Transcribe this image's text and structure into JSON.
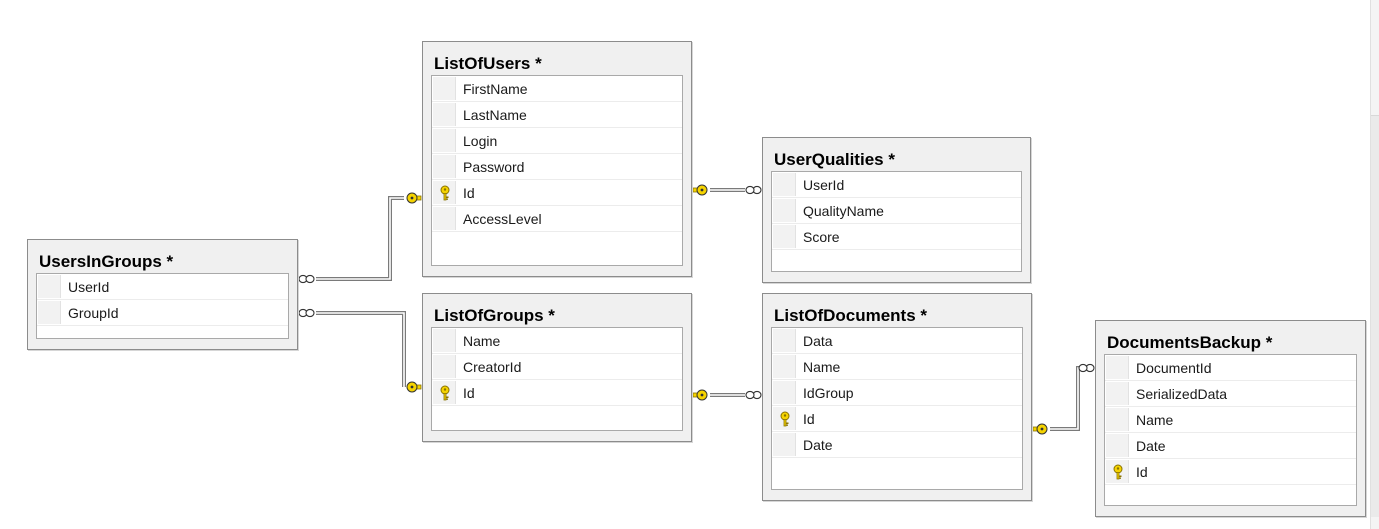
{
  "tables": [
    {
      "id": "list-of-users",
      "title": "ListOfUsers *",
      "columns": [
        {
          "name": "FirstName",
          "key": false
        },
        {
          "name": "LastName",
          "key": false
        },
        {
          "name": "Login",
          "key": false
        },
        {
          "name": "Password",
          "key": false
        },
        {
          "name": "Id",
          "key": true
        },
        {
          "name": "AccessLevel",
          "key": false
        }
      ]
    },
    {
      "id": "user-qualities",
      "title": "UserQualities *",
      "columns": [
        {
          "name": "UserId",
          "key": false
        },
        {
          "name": "QualityName",
          "key": false
        },
        {
          "name": "Score",
          "key": false
        }
      ]
    },
    {
      "id": "users-in-groups",
      "title": "UsersInGroups *",
      "columns": [
        {
          "name": "UserId",
          "key": false
        },
        {
          "name": "GroupId",
          "key": false
        }
      ]
    },
    {
      "id": "list-of-groups",
      "title": "ListOfGroups *",
      "columns": [
        {
          "name": "Name",
          "key": false
        },
        {
          "name": "CreatorId",
          "key": false
        },
        {
          "name": "Id",
          "key": true
        }
      ]
    },
    {
      "id": "list-of-documents",
      "title": "ListOfDocuments *",
      "columns": [
        {
          "name": "Data",
          "key": false
        },
        {
          "name": "Name",
          "key": false
        },
        {
          "name": "IdGroup",
          "key": false
        },
        {
          "name": "Id",
          "key": true
        },
        {
          "name": "Date",
          "key": false
        }
      ]
    },
    {
      "id": "documents-backup",
      "title": "DocumentsBackup *",
      "columns": [
        {
          "name": "DocumentId",
          "key": false
        },
        {
          "name": "SerializedData",
          "key": false
        },
        {
          "name": "Name",
          "key": false
        },
        {
          "name": "Date",
          "key": false
        },
        {
          "name": "Id",
          "key": true
        }
      ]
    }
  ],
  "relationships": [
    {
      "from": "users-in-groups",
      "to": "list-of-users"
    },
    {
      "from": "users-in-groups",
      "to": "list-of-groups"
    },
    {
      "from": "user-qualities",
      "to": "list-of-users"
    },
    {
      "from": "list-of-documents",
      "to": "list-of-groups"
    },
    {
      "from": "documents-backup",
      "to": "list-of-documents"
    }
  ],
  "colors": {
    "key_fill": "#f5d300",
    "key_stroke": "#8a7300",
    "connector": "#7a7a7a"
  }
}
